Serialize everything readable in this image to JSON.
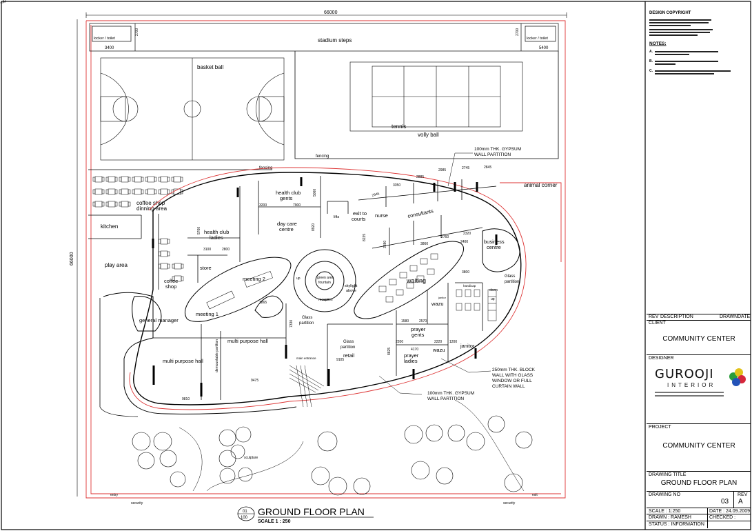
{
  "drawing": {
    "title": "GROUND FLOOR PLAN",
    "scale_label": "SCALE  1 : 250",
    "ref_top": "01",
    "ref_bottom": "100",
    "dims": {
      "top": "66000",
      "left": "66000",
      "locker_w": "3400",
      "locker_w2": "5400",
      "locker_h": "2700",
      "locker_h2": "2700",
      "d2945": "2945",
      "d3350": "3350",
      "d2885": "2885",
      "d2985": "2985",
      "d2745": "2745",
      "d2845": "2845",
      "d7900": "7900",
      "d5060": "5060",
      "d3200": "3200",
      "d3100": "3100",
      "d2800": "2800",
      "d5760": "5760",
      "d8920": "8920",
      "d8235": "8235",
      "d3380": "3380",
      "d3860": "3860",
      "d2760": "2760",
      "d2320": "2320",
      "d3800": "3800",
      "d1580": "1580",
      "d2570": "2570",
      "d2220": "2220",
      "d2200": "2200",
      "d4170": "4170",
      "d1200": "1200",
      "d2400": "2400",
      "d7330": "7330",
      "d9105": "9105",
      "d8825": "8825",
      "d9475": "9475",
      "d9810": "9810",
      "d3865": "3865"
    },
    "labels": {
      "stadium_steps": "stadium steps",
      "locker_left": "locker / toilet",
      "locker_right": "locker / toilet",
      "basket_ball": "basket ball",
      "tennis": "tennis",
      "volly_ball": "volly ball",
      "fencing1": "fencing",
      "fencing2": "fencing",
      "animal_corner": "animal corner",
      "kitchen": "kitchen",
      "play_area": "play area",
      "coffee_shop_dining1": "coffee shop",
      "coffee_shop_dining2": "dinning area",
      "health_club_gents1": "health club",
      "health_club_gents2": "gents",
      "health_club_ladies1": "health club",
      "health_club_ladies2": "ladies",
      "day_care1": "day care",
      "day_care2": "centre",
      "lifts": "lifts",
      "exit_courts1": "exit to",
      "exit_courts2": "courts",
      "nurse": "nurse",
      "consultants": "consultants",
      "business1": "business",
      "business2": "centre",
      "glass_part_r1": "Glass",
      "glass_part_r2": "partition",
      "store": "store",
      "coffee1": "coffee",
      "coffee2": "shop",
      "meeting2": "meeting 2",
      "meeting1": "meeting 1",
      "up": "up",
      "green1": "green area",
      "green2": "fountain",
      "reception": "reception",
      "skylight1": "skylight",
      "skylight2": "above",
      "waiting": "waiting",
      "handicap": "handicap",
      "wazu1": "wazu",
      "wazu2": "wazu",
      "janitor_small": "janitor",
      "janitor": "janitor",
      "down": "down",
      "up2": "up",
      "prayer_gents1": "prayer",
      "prayer_gents2": "gents",
      "prayer_ladies1": "prayer",
      "prayer_ladies2": "ladies",
      "general_manager": "general manager",
      "multi_purpose_hall1": "multi purpose hall",
      "multi_purpose_hall2": "multi purpose hall",
      "demountable": "demountable partition",
      "glass_part_c1": "Glass",
      "glass_part_c2": "partition",
      "glass_part_d1": "Glass",
      "glass_part_d2": "partition",
      "retail": "retail",
      "main_entrance": "main entrance",
      "sculpture": "sculpture",
      "entry": "entry",
      "exit": "exit",
      "security1": "security",
      "security2": "security",
      "note_gypsum_top1": "100mm THK. GYPSUM",
      "note_gypsum_top2": "WALL PARTITION",
      "note_block1": "250mm THK. BLOCK",
      "note_block2": "WALL WITH GLASS",
      "note_block3": "WINDOW OR FULL",
      "note_block4": "CURTAIN WALL",
      "note_gypsum_bot1": "100mm THK. GYPSUM",
      "note_gypsum_bot2": "WALL PARTITION"
    }
  },
  "title_block": {
    "design_copyright": "DESIGN COPYRIGHT",
    "notes": "NOTES:",
    "note_a": "A.",
    "note_b": "B.",
    "note_c": "C.",
    "rev": "REV",
    "description": "DESCRIPTION",
    "drawn": "DRAWN",
    "date": "DATE",
    "client_label": "CLIENT",
    "client": "COMMUNITY CENTER",
    "designer_label": "DESIGNER",
    "logo_word": "GUROOJI",
    "logo_sub": "INTERIOR",
    "project_label": "PROJECT",
    "project": "COMMUNITY CENTER",
    "drawing_title_label": "DRAWING TITLE",
    "drawing_title": "GROUND FLOOR PLAN",
    "drawing_no_label": "DRAWING NO",
    "drawing_no": "03",
    "rev_label": "REV",
    "rev_value": "A",
    "scale": "SCALE :  1:250",
    "date_value": "DATE : 24.09.2009",
    "drawn_by": "DRAWN :  RAMESH",
    "checked": "CHECKED :",
    "status": "STATUS :  INFORMATION"
  }
}
